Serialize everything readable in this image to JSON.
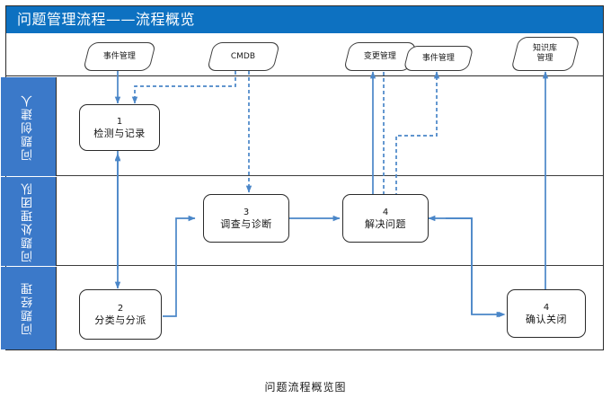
{
  "header": {
    "title": "问题管理流程——流程概览",
    "bg_color": "#0d71c1",
    "text_color": "#ffffff"
  },
  "caption": "问题流程概览图",
  "colors": {
    "header_blue": "#0d71c1",
    "lane_blue": "#3b79c9",
    "connector_blue": "#4a86c8",
    "box_border": "#2a2a2a",
    "frame_border": "#2b2b2b",
    "background": "#ffffff"
  },
  "external_systems": [
    {
      "id": "incident-mgmt-left",
      "label": "事件管理",
      "multiline": false
    },
    {
      "id": "cmdb",
      "label": "CMDB",
      "multiline": false
    },
    {
      "id": "change-mgmt",
      "label": "变更管理",
      "multiline": false
    },
    {
      "id": "incident-mgmt-right",
      "label": "事件管理",
      "multiline": false
    },
    {
      "id": "knowledge-base-mgmt",
      "label_line1": "知识库",
      "label_line2": "管理",
      "multiline": true
    }
  ],
  "lanes": [
    {
      "id": "problem-creator",
      "label": "问题创建人"
    },
    {
      "id": "problem-handling-team",
      "label": "问题处理团队"
    },
    {
      "id": "problem-manager",
      "label": "问题经理"
    }
  ],
  "activities": [
    {
      "id": "detect-and-record",
      "number": "1",
      "label": "检测与记录",
      "lane": "problem-creator"
    },
    {
      "id": "classify-and-assign",
      "number": "2",
      "label": "分类与分派",
      "lane": "problem-manager"
    },
    {
      "id": "investigate-and-diagnose",
      "number": "3",
      "label": "调查与诊断",
      "lane": "problem-handling-team"
    },
    {
      "id": "resolve-problem",
      "number": "4",
      "label": "解决问题",
      "lane": "problem-handling-team"
    },
    {
      "id": "confirm-and-close",
      "number": "4",
      "label": "确认关闭",
      "lane": "problem-manager"
    }
  ],
  "flows": [
    {
      "from": "incident-mgmt-left",
      "to": "detect-and-record",
      "style": "solid"
    },
    {
      "from": "cmdb",
      "to": "detect-and-record",
      "style": "dashed"
    },
    {
      "from": "cmdb",
      "to": "investigate-and-diagnose",
      "style": "dashed"
    },
    {
      "from": "detect-and-record",
      "to": "classify-and-assign",
      "style": "solid"
    },
    {
      "from": "classify-and-assign",
      "to": "investigate-and-diagnose",
      "style": "solid"
    },
    {
      "from": "investigate-and-diagnose",
      "to": "resolve-problem",
      "style": "solid"
    },
    {
      "from": "resolve-problem",
      "to": "change-mgmt",
      "style": "solid"
    },
    {
      "from": "change-mgmt",
      "to": "resolve-problem",
      "style": "dashed"
    },
    {
      "from": "resolve-problem",
      "to": "incident-mgmt-right",
      "style": "dashed"
    },
    {
      "from": "resolve-problem",
      "to": "confirm-and-close",
      "style": "solid"
    },
    {
      "from": "confirm-and-close",
      "to": "resolve-problem",
      "style": "solid"
    },
    {
      "from": "confirm-and-close",
      "to": "knowledge-base-mgmt",
      "style": "solid"
    },
    {
      "from": "classify-and-assign",
      "to": "detect-and-record",
      "style": "solid"
    }
  ]
}
